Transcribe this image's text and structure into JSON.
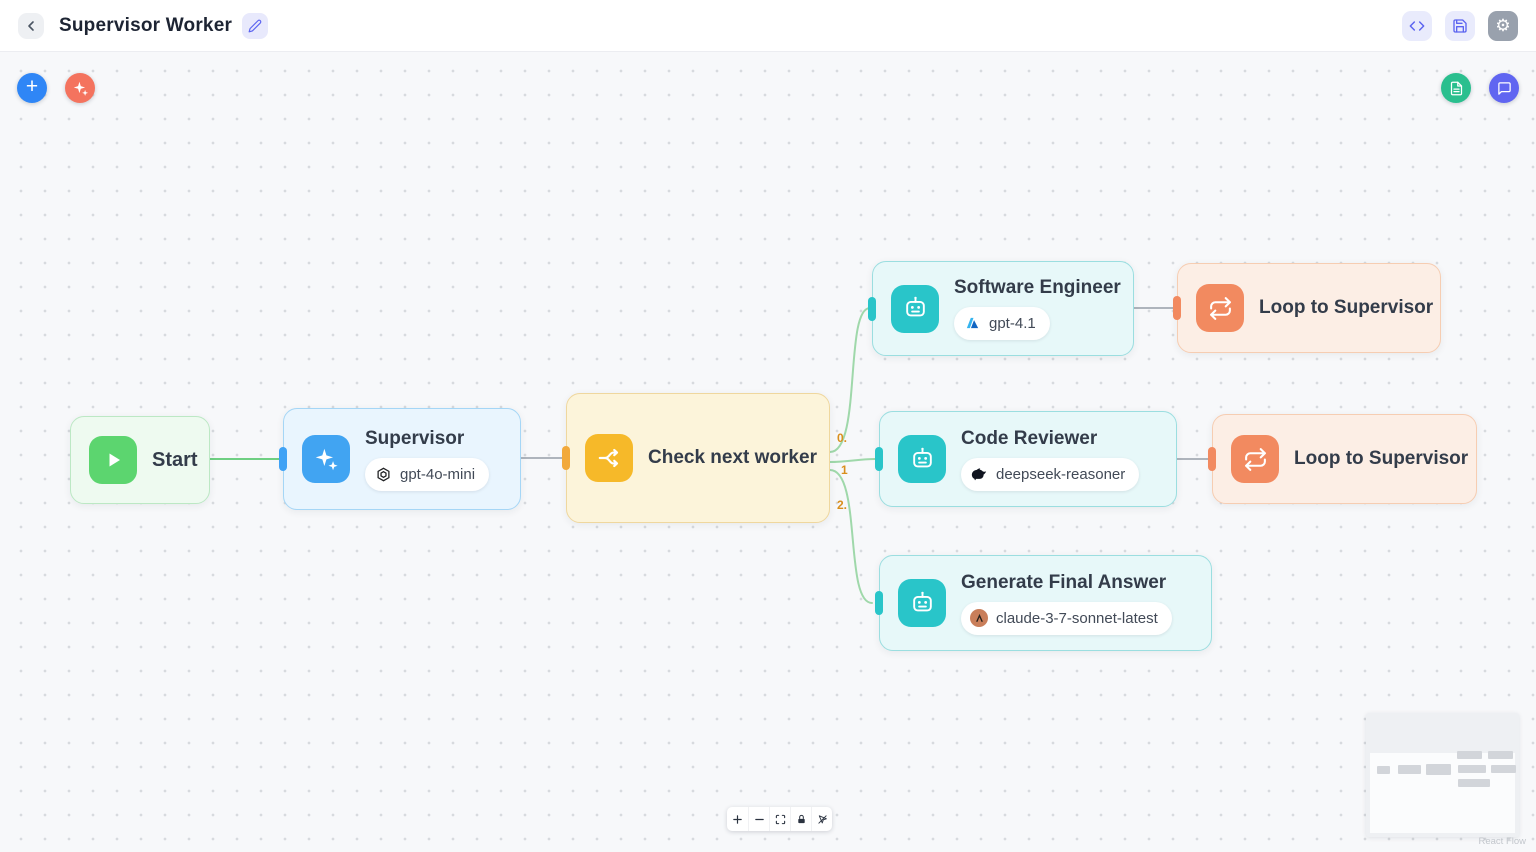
{
  "header": {
    "title": "Supervisor Worker"
  },
  "nodes": {
    "start": {
      "title": "Start"
    },
    "supervisor": {
      "title": "Supervisor",
      "model": "gpt-4o-mini",
      "provider_icon": "openai-icon"
    },
    "check": {
      "title": "Check next worker"
    },
    "software_engineer": {
      "title": "Software Engineer",
      "model": "gpt-4.1",
      "provider_icon": "azure-icon"
    },
    "loop_top": {
      "title": "Loop to Supervisor"
    },
    "code_reviewer": {
      "title": "Code Reviewer",
      "model": "deepseek-reasoner",
      "provider_icon": "deepseek-icon"
    },
    "loop_bottom": {
      "title": "Loop to Supervisor"
    },
    "final_answer": {
      "title": "Generate Final Answer",
      "model": "claude-3-7-sonnet-latest",
      "provider_icon": "anthropic-icon"
    }
  },
  "edges": {
    "branch_labels": [
      "0.",
      "1",
      "2."
    ],
    "connections": [
      {
        "from": "Start",
        "to": "Supervisor"
      },
      {
        "from": "Supervisor",
        "to": "Check next worker"
      },
      {
        "from": "Check next worker",
        "to": "Software Engineer",
        "label": "0."
      },
      {
        "from": "Check next worker",
        "to": "Code Reviewer",
        "label": "1"
      },
      {
        "from": "Check next worker",
        "to": "Generate Final Answer",
        "label": "2."
      },
      {
        "from": "Software Engineer",
        "to": "Loop to Supervisor"
      },
      {
        "from": "Code Reviewer",
        "to": "Loop to Supervisor"
      }
    ]
  },
  "icons": {
    "add": "+",
    "gear": "⚙",
    "sparkle": "✦"
  },
  "colors": {
    "primary_blue": "#2f86f6",
    "accent_orange": "#f4735e",
    "emerald": "#2abf8e",
    "indigo": "#6065f1",
    "node_teal": "#29c5c9",
    "node_green": "#5cd56f",
    "node_amber": "#f6b929",
    "node_salmon": "#f28a60",
    "edge_green": "#6fcf82",
    "edge_branch": "#9fd8aa",
    "edge_gray": "#aeb4bc",
    "branch_label": "#d98f1d"
  },
  "attribution": "React Flow"
}
